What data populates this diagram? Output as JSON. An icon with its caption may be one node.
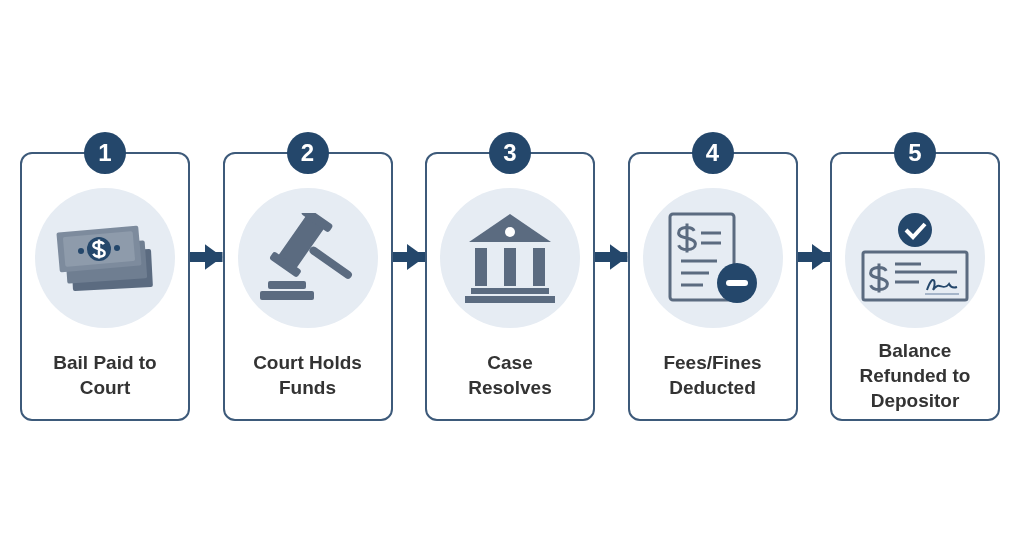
{
  "diagram": {
    "nodes": [
      {
        "text": [
          "1",
          "Bail Paid to Court"
        ]
      },
      {
        "text": [
          "2",
          "Court Holds Funds"
        ]
      },
      {
        "text": [
          "3",
          "Case Resolves"
        ]
      },
      {
        "text": [
          "4",
          "Fees/Fines Deducted"
        ]
      },
      {
        "text": [
          "5",
          "Balance Refunded to Depositor"
        ]
      }
    ],
    "edges": [
      {
        "from": 0,
        "to": 1,
        "arrow": "to"
      },
      {
        "from": 1,
        "to": 2,
        "arrow": "to"
      },
      {
        "from": 2,
        "to": 3,
        "arrow": "to"
      },
      {
        "from": 3,
        "to": 4,
        "arrow": "to"
      }
    ]
  }
}
